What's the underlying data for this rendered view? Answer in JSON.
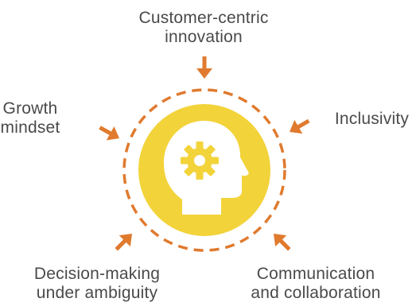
{
  "diagram": {
    "center_icon": "head-with-gear-icon",
    "colors": {
      "accent": "#e07a2e",
      "circle_fill": "#f2d33a",
      "icon_fill": "#ffffff",
      "text": "#4a4a4a"
    },
    "labels": {
      "top": [
        "Customer-centric",
        "innovation"
      ],
      "left": [
        "Growth",
        "mindset"
      ],
      "right": [
        "Inclusivity"
      ],
      "bottom_left": [
        "Decision-making",
        "under ambiguity"
      ],
      "bottom_right": [
        "Communication",
        "and collaboration"
      ]
    }
  }
}
